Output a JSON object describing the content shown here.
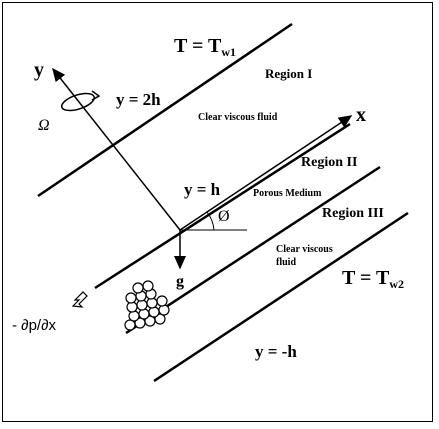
{
  "top_temperature": "T = T",
  "top_temperature_sub": "w1",
  "bottom_temperature": "T = T",
  "bottom_temperature_sub": "w2",
  "region_1": "Region I",
  "region_2": "Region II",
  "region_3": "Region III",
  "fluid_upper": "Clear viscous fluid",
  "fluid_lower_1": "Clear viscous",
  "fluid_lower_2": "fluid",
  "porous_medium": "Porous Medium",
  "y_axis": "y",
  "x_axis": "x",
  "y_2h": "y = 2h",
  "y_h": "y = h",
  "y_neg_h": "y = -h",
  "omega": "Ω",
  "angle": "Ø",
  "gravity": "g",
  "pressure_gradient": "- ∂p/∂x"
}
